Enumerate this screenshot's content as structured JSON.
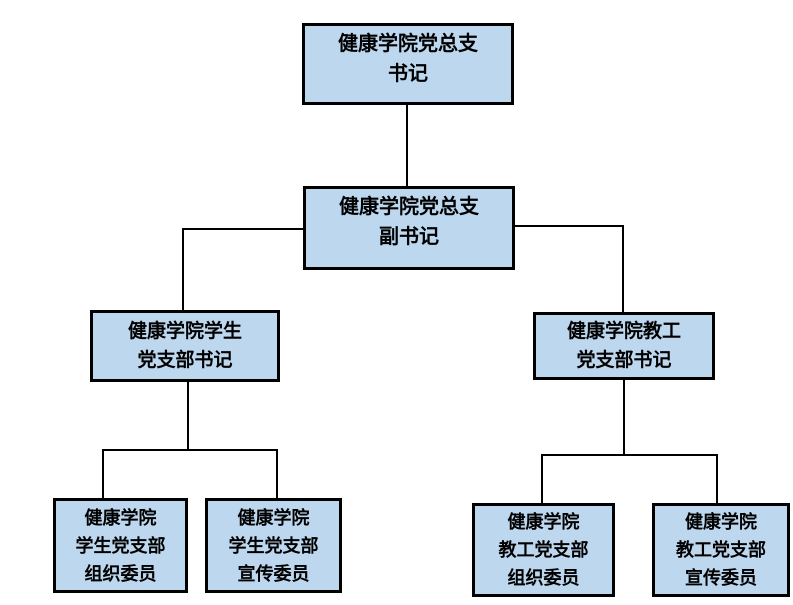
{
  "diagram": {
    "type": "org-chart",
    "background": "#ffffff",
    "node_style": {
      "fill": "#bdd7ee",
      "border": "#000000",
      "text": "#000000"
    },
    "nodes": [
      {
        "id": "general-branch-secretary",
        "lines": [
          "健康学院党总支",
          "书记"
        ]
      },
      {
        "id": "general-branch-deputy-secretary",
        "lines": [
          "健康学院党总支",
          "副书记"
        ]
      },
      {
        "id": "student-branch-secretary",
        "lines": [
          "健康学院学生",
          "党支部书记"
        ]
      },
      {
        "id": "staff-branch-secretary",
        "lines": [
          "健康学院教工",
          "党支部书记"
        ]
      },
      {
        "id": "student-branch-organization-member",
        "lines": [
          "健康学院",
          "学生党支部",
          "组织委员"
        ]
      },
      {
        "id": "student-branch-publicity-member",
        "lines": [
          "健康学院",
          "学生党支部",
          "宣传委员"
        ]
      },
      {
        "id": "staff-branch-organization-member",
        "lines": [
          "健康学院",
          "教工党支部",
          "组织委员"
        ]
      },
      {
        "id": "staff-branch-publicity-member",
        "lines": [
          "健康学院",
          "教工党支部",
          "宣传委员"
        ]
      }
    ],
    "edges": [
      {
        "from": "general-branch-secretary",
        "to": "general-branch-deputy-secretary"
      },
      {
        "from": "general-branch-deputy-secretary",
        "to": "student-branch-secretary"
      },
      {
        "from": "general-branch-deputy-secretary",
        "to": "staff-branch-secretary"
      },
      {
        "from": "student-branch-secretary",
        "to": "student-branch-organization-member"
      },
      {
        "from": "student-branch-secretary",
        "to": "student-branch-publicity-member"
      },
      {
        "from": "staff-branch-secretary",
        "to": "staff-branch-organization-member"
      },
      {
        "from": "staff-branch-secretary",
        "to": "staff-branch-publicity-member"
      }
    ]
  }
}
